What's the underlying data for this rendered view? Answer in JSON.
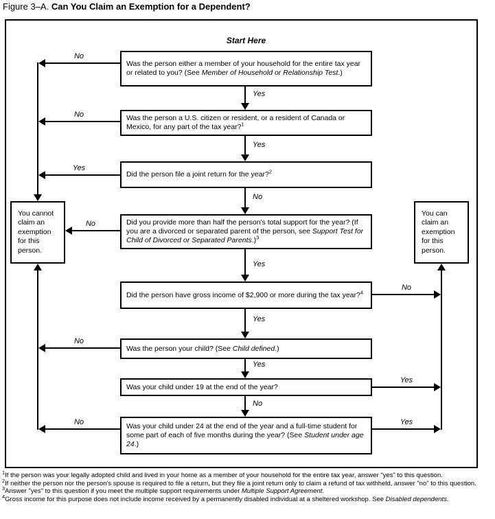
{
  "title": {
    "prefix": "Figure 3–A.",
    "main": "Can You Claim an Exemption for a Dependent?"
  },
  "labels": {
    "start_here": "Start Here",
    "yes": "Yes",
    "no": "No"
  },
  "colors": {
    "ink": "#000000",
    "background": "#ffffff"
  },
  "flowchart": {
    "questions": [
      {
        "pre": "Was the person either a member of your household for the entire tax year or related to you? (See ",
        "em": "Member of Household or Relationship Test",
        "post": ".)",
        "sup": ""
      },
      {
        "pre": "Was the person a U.S. citizen or resident, or a resident of Canada or Mexico, for any part of the tax year?",
        "em": "",
        "post": "",
        "sup": "1"
      },
      {
        "pre": "Did the person file a joint return for the year?",
        "em": "",
        "post": "",
        "sup": "2"
      },
      {
        "pre": "Did you provide more than half the person's total support for the year? (If you are a divorced or separated parent of the person, see ",
        "em": "Support Test for Child of Divorced or Separated Parents",
        "post": ".)",
        "sup": "3"
      },
      {
        "pre": "Did the person have gross income of $2,900 or more during the tax year?",
        "em": "",
        "post": "",
        "sup": "4"
      },
      {
        "pre": "Was the person your child? (See ",
        "em": "Child defined",
        "post": ".)",
        "sup": ""
      },
      {
        "pre": "Was your child under 19 at the end of the year?",
        "em": "",
        "post": "",
        "sup": ""
      },
      {
        "pre": "Was your child under 24 at the end of the year and a full-time student for some part of each of five months during the year? (See ",
        "em": "Student under age 24",
        "post": ".)",
        "sup": ""
      }
    ],
    "outcomes": {
      "cannot": "You cannot claim an exemption for this person.",
      "can": "You can claim an exemption for this person."
    }
  },
  "footnotes": [
    {
      "sup": "1",
      "pre": "If the person was your legally adopted child and lived in your home as a member of your household for the entire tax year, answer \"yes\" to this question.",
      "em": "",
      "post": ""
    },
    {
      "sup": "2",
      "pre": "If neither the person nor the person's spouse is required to file a return, but they file a joint return only to claim a refund of tax withheld, answer \"no\" to this question.",
      "em": "",
      "post": ""
    },
    {
      "sup": "3",
      "pre": "Answer \"yes\" to this question if you meet the multiple support requirements under ",
      "em": "Multiple Support Agreement",
      "post": "."
    },
    {
      "sup": "4",
      "pre": "Gross income for this purpose does not include income received by a permanently disabled individual at a sheltered workshop. See ",
      "em": "Disabled dependents",
      "post": "."
    }
  ]
}
